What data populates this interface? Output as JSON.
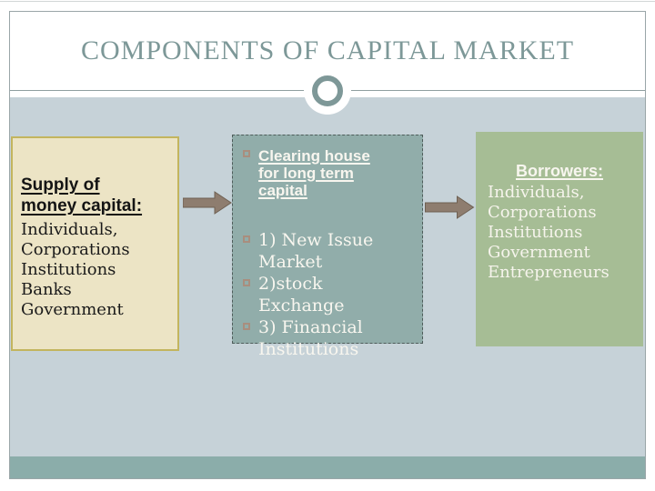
{
  "slide": {
    "title": "COMPONENTS OF CAPITAL MARKET",
    "colors": {
      "title_text": "#7d9898",
      "content_background": "#c6d2d8",
      "bottom_band": "#8badaa",
      "supply_box_background": "#ece4c5",
      "supply_box_border": "#c3b55e",
      "clearing_box_background": "#91adaa",
      "borrowers_box_background": "#a6bd95",
      "box_heading_text": "#f8f6ef",
      "arrow_fill": "#8e7d6f",
      "bullet_outline": "#a98e7e"
    },
    "boxes": {
      "supply": {
        "heading": "Supply of money capital:",
        "items": [
          "Individuals,",
          "Corporations",
          "Institutions",
          "Banks",
          "Government"
        ]
      },
      "clearing": {
        "heading": "Clearing house for long term capital",
        "items": [
          "1) New Issue Market",
          "2)stock Exchange",
          "3) Financial Institutions"
        ]
      },
      "borrowers": {
        "heading": "Borrowers:",
        "items": [
          "Individuals,",
          "Corporations",
          "Institutions",
          "Government",
          "Entrepreneurs"
        ]
      }
    }
  }
}
